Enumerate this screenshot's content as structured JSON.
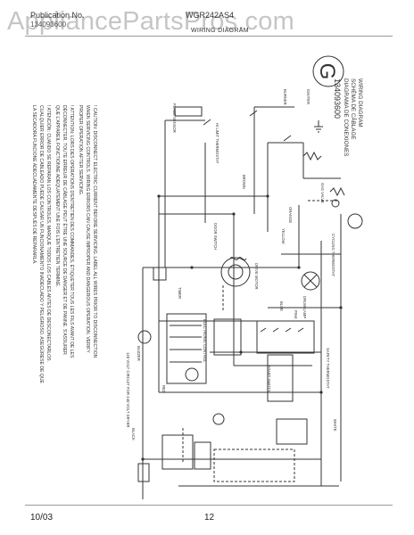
{
  "header": {
    "publication_label": "Publication No.",
    "publication_value": "134093600",
    "model": "WGR242AS4",
    "diagram_title": "WIRING DIAGRAM"
  },
  "watermark": "AppliancePartsPros.com",
  "footer": {
    "date": "10/03",
    "page": "12"
  },
  "big_letter": "G",
  "side_labels": [
    "WIRING DIAGRAM",
    "SCHÉMA DE CÂBLAGE",
    "DIAGRAMA DE CONEXIONES",
    "134093600"
  ],
  "cautions": [
    "! CAUTION: DISCONNECT ELECTRIC CURRENT BEFORE SERVICING. LABEL ALL WIRES PRIOR TO DISCONNECTION",
    "WHEN SERVICING CONTROLS. WIRING ERRORS CAN CAUSE IMPROPER AND DANGEROUS OPERATION. VERIFY",
    "PROPER OPERATION AFTER SERVICING.",
    "! ATTENTION: LORS DES OPÉRATIONS D'ENTRETIEN DES COMMANDES, ÉTIQUETER TOUS LES FILS AVANT DE LES",
    "DÉCONNECTER. TOUTE ERREUR DE CÂBLAGE PEUT ÊTRE UNE SOURCE DE DANGER ET DE PANNE. S'ASSURER",
    "QUE L'APPAREIL FONCTIONNE ADÉQUATEMENT UNE FOIS L'ENTRETIEN TERMINÉ.",
    "! ATENCIÓN: CUANDO SE REPARAN LOS CONTROLES, MARQUE TODOS LOS CABLES ANTES DE DESCONECTARLOS.",
    "CUALQUIER ERROR DE CABLEADO PUEDE CAUSAR UN FUNCIONAMIENTO INADECUADO Y PELIGROSO. ASEGÚRESE DE QUE",
    "LA SECADORA FUNCIONE ADECUADAMENTE DESPUÉS DE REPARARLA."
  ],
  "vertical_note": "120 VOLT CIRCUIT FOR 240 VOLT DRYER",
  "component_labels": [
    "FLAME SENSOR",
    "HI LIMIT THERMOSTAT",
    "BURNER",
    "IGNITER",
    "GAS VALVE",
    "DRIVE MOTOR",
    "TIMER",
    "DOOR SWITCH",
    "CYCLING THERMOSTAT",
    "DRUM LAMP",
    "START SWITCH",
    "BUZZER",
    "BLACK",
    "WHITE",
    "RED",
    "BLUE",
    "ORANGE",
    "PINK",
    "YELLOW",
    "BROWN",
    "SAFETY THERMOSTAT",
    "ELECTRONIC CONTROL"
  ]
}
